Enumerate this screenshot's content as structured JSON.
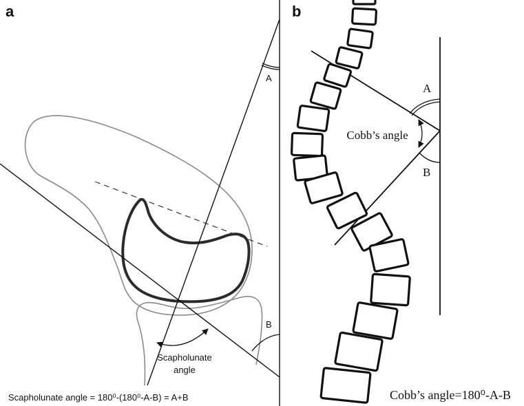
{
  "panel_a": {
    "letter": "a",
    "label_A": "A",
    "label_B": "B",
    "angle_label_line1": "Scapholunate",
    "angle_label_line2": "angle",
    "formula": "Scapholunate angle = 180⁰-(180⁰-A-B) = A+B"
  },
  "panel_b": {
    "letter": "b",
    "label_A": "A",
    "label_B": "B",
    "angle_label": "Cobb’s angle",
    "formula": "Cobb’s angle=180⁰-A-B"
  }
}
